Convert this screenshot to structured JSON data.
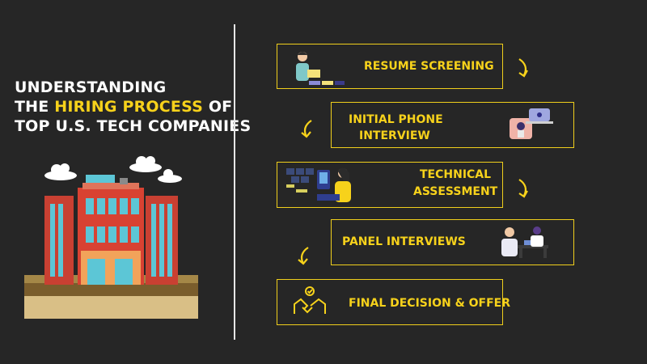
{
  "title": {
    "line1": "UNDERSTANDING",
    "line2_pre": "THE ",
    "line2_highlight": "HIRING PROCESS",
    "line2_post": " OF",
    "line3": "TOP U.S. TECH COMPANIES"
  },
  "steps": [
    {
      "label": "RESUME SCREENING",
      "illustration": "person-at-laptop-icon"
    },
    {
      "label_line1": "INITIAL PHONE",
      "label_line2": "INTERVIEW",
      "illustration": "video-call-icon"
    },
    {
      "label_line1": "TECHNICAL",
      "label_line2": "ASSESSMENT",
      "illustration": "coding-screens-icon"
    },
    {
      "label": "PANEL INTERVIEWS",
      "illustration": "interview-table-icon"
    },
    {
      "label": "FINAL DECISION & OFFER",
      "illustration": "handshake-icon"
    }
  ],
  "colors": {
    "background": "#262626",
    "accent": "#f7d21b",
    "text": "#ffffff"
  }
}
